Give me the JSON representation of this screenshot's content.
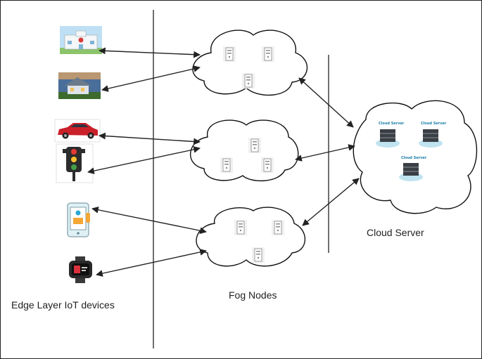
{
  "labels": {
    "edge_layer": "Edge Layer  IoT devices",
    "fog_nodes": "Fog Nodes",
    "cloud_server": "Cloud Server"
  },
  "cloud_servers": [
    {
      "caption": "Cloud Server"
    },
    {
      "caption": "Cloud Server"
    },
    {
      "caption": "Cloud Server"
    }
  ],
  "devices": [
    {
      "icon": "hospital-icon"
    },
    {
      "icon": "house-icon"
    },
    {
      "icon": "car-icon"
    },
    {
      "icon": "traffic-light-icon"
    },
    {
      "icon": "smartphone-icon"
    },
    {
      "icon": "smartwatch-icon"
    }
  ],
  "colors": {
    "line": "#222222",
    "cloud_stroke": "#111111",
    "server_fill": "#e8e8e8",
    "cloud_server_pad": "#bfe3ef"
  }
}
